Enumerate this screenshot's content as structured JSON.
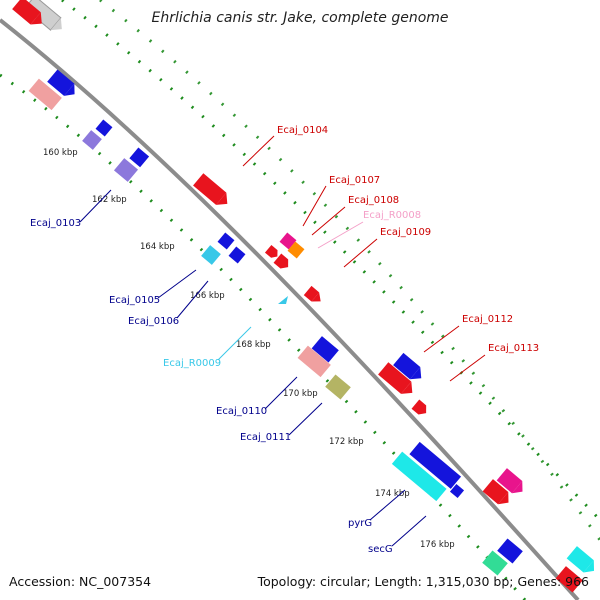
{
  "title": "Ehrlichia canis str. Jake, complete genome",
  "footer": {
    "accession": "Accession: NC_007354",
    "summary": "Topology: circular; Length: 1,315,030 bp; Genes: 966"
  },
  "colors": {
    "backbone": "#8c8c8c",
    "tick_dots": "#1e8c1e",
    "forward_label": "#cc0000",
    "reverse_label": "#00008b"
  },
  "ticks": [
    "160 kbp",
    "162 kbp",
    "164 kbp",
    "166 kbp",
    "168 kbp",
    "170 kbp",
    "172 kbp",
    "174 kbp",
    "176 kbp"
  ],
  "gene_labels": [
    {
      "text": "Ecaj_0104",
      "color": "#cc0000"
    },
    {
      "text": "Ecaj_0107",
      "color": "#cc0000"
    },
    {
      "text": "Ecaj_0108",
      "color": "#cc0000"
    },
    {
      "text": "Ecaj_R0008",
      "color": "#f4a0c8"
    },
    {
      "text": "Ecaj_0109",
      "color": "#cc0000"
    },
    {
      "text": "Ecaj_0112",
      "color": "#cc0000"
    },
    {
      "text": "Ecaj_0113",
      "color": "#cc0000"
    },
    {
      "text": "Ecaj_0103",
      "color": "#00008b"
    },
    {
      "text": "Ecaj_0105",
      "color": "#00008b"
    },
    {
      "text": "Ecaj_0106",
      "color": "#00008b"
    },
    {
      "text": "Ecaj_R0009",
      "color": "#38c8e8"
    },
    {
      "text": "Ecaj_0110",
      "color": "#00008b"
    },
    {
      "text": "Ecaj_0111",
      "color": "#00008b"
    },
    {
      "text": "pyrG",
      "color": "#00008b"
    },
    {
      "text": "secG",
      "color": "#00008b"
    }
  ]
}
